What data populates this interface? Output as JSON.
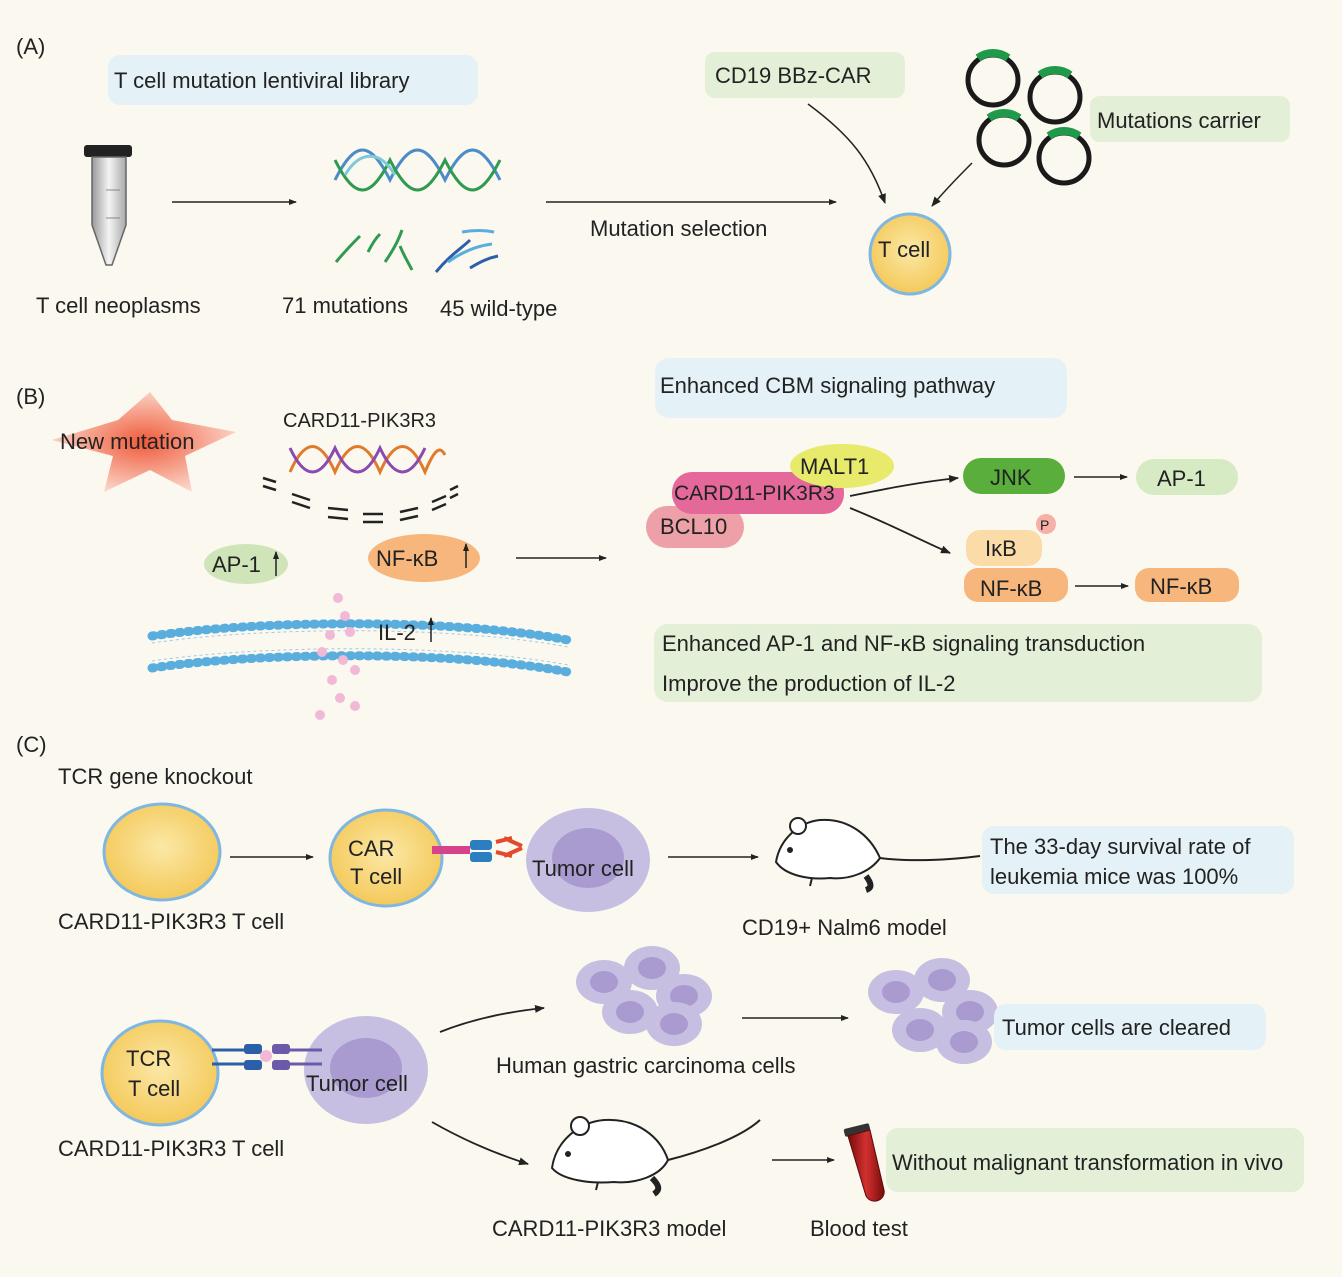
{
  "panel_labels": {
    "a": "(A)",
    "b": "(B)",
    "c": "(C)"
  },
  "panel_a": {
    "library_label": "T cell mutation lentiviral library",
    "car_label": "CD19 BBz-CAR",
    "carrier_label": "Mutations carrier",
    "neoplasms_label": "T cell neoplasms",
    "mutations_label": "71 mutations",
    "wildtype_label": "45 wild-type",
    "selection_label": "Mutation selection",
    "tcell_label": "T cell"
  },
  "panel_b": {
    "new_mutation_label": "New mutation",
    "fusion_gene_label": "CARD11-PIK3R3",
    "ap1_label": "AP-1",
    "nfkb_label": "NF-κB",
    "il2_label": "IL-2",
    "pathway_label": "Enhanced CBM signaling pathway",
    "malt1_label": "MALT1",
    "card11_label": "CARD11-PIK3R3",
    "bcl10_label": "BCL10",
    "jnk_label": "JNK",
    "ap1_out_label": "AP-1",
    "ikb_label": "IκB",
    "p_label": "P",
    "nfkb_complex_label": "NF-κB",
    "nfkb_out_label": "NF-κB",
    "summary_line1": "Enhanced AP-1 and NF-κB signaling transduction",
    "summary_line2": "Improve the production of IL-2"
  },
  "panel_c": {
    "knockout_label": "TCR gene knockout",
    "car_cell_line1": "CAR",
    "car_cell_line2": "T cell",
    "tumor_cell_label": "Tumor cell",
    "survival_line1": "The 33-day survival rate of",
    "survival_line2": "leukemia mice was 100%",
    "card11_tcell_label": "CARD11-PIK3R3 T cell",
    "nalm6_label": "CD19+ Nalm6 model",
    "tcr_cell_line1": "TCR",
    "tcr_cell_line2": "T cell",
    "tumor_cell2_label": "Tumor cell",
    "gastric_label": "Human gastric carcinoma cells",
    "cleared_label": "Tumor cells are cleared",
    "card11_tcell2_label": "CARD11-PIK3R3 T cell",
    "model_label": "CARD11-PIK3R3 model",
    "blood_label": "Blood test",
    "malignant_label": "Without malignant transformation in vivo"
  },
  "colors": {
    "blue_highlight": "#e4f1f6",
    "green_highlight": "#e3efd6",
    "cell_yellow": "#f5cf63",
    "cell_border": "#7fb7e0",
    "tumor_purple": "#c7bfe2",
    "jnk_green": "#5aaf3c",
    "nfkb_orange": "#f6b67c",
    "card11_pink": "#e4689a",
    "bcl10_pink": "#eea0a8",
    "malt1_yellow": "#e7ea6a"
  },
  "icons": [
    "tube-icon",
    "dna-icon",
    "plasmid-icon",
    "star-icon",
    "membrane-icon",
    "mouse-icon",
    "blood-tube-icon",
    "receptor-icon"
  ]
}
